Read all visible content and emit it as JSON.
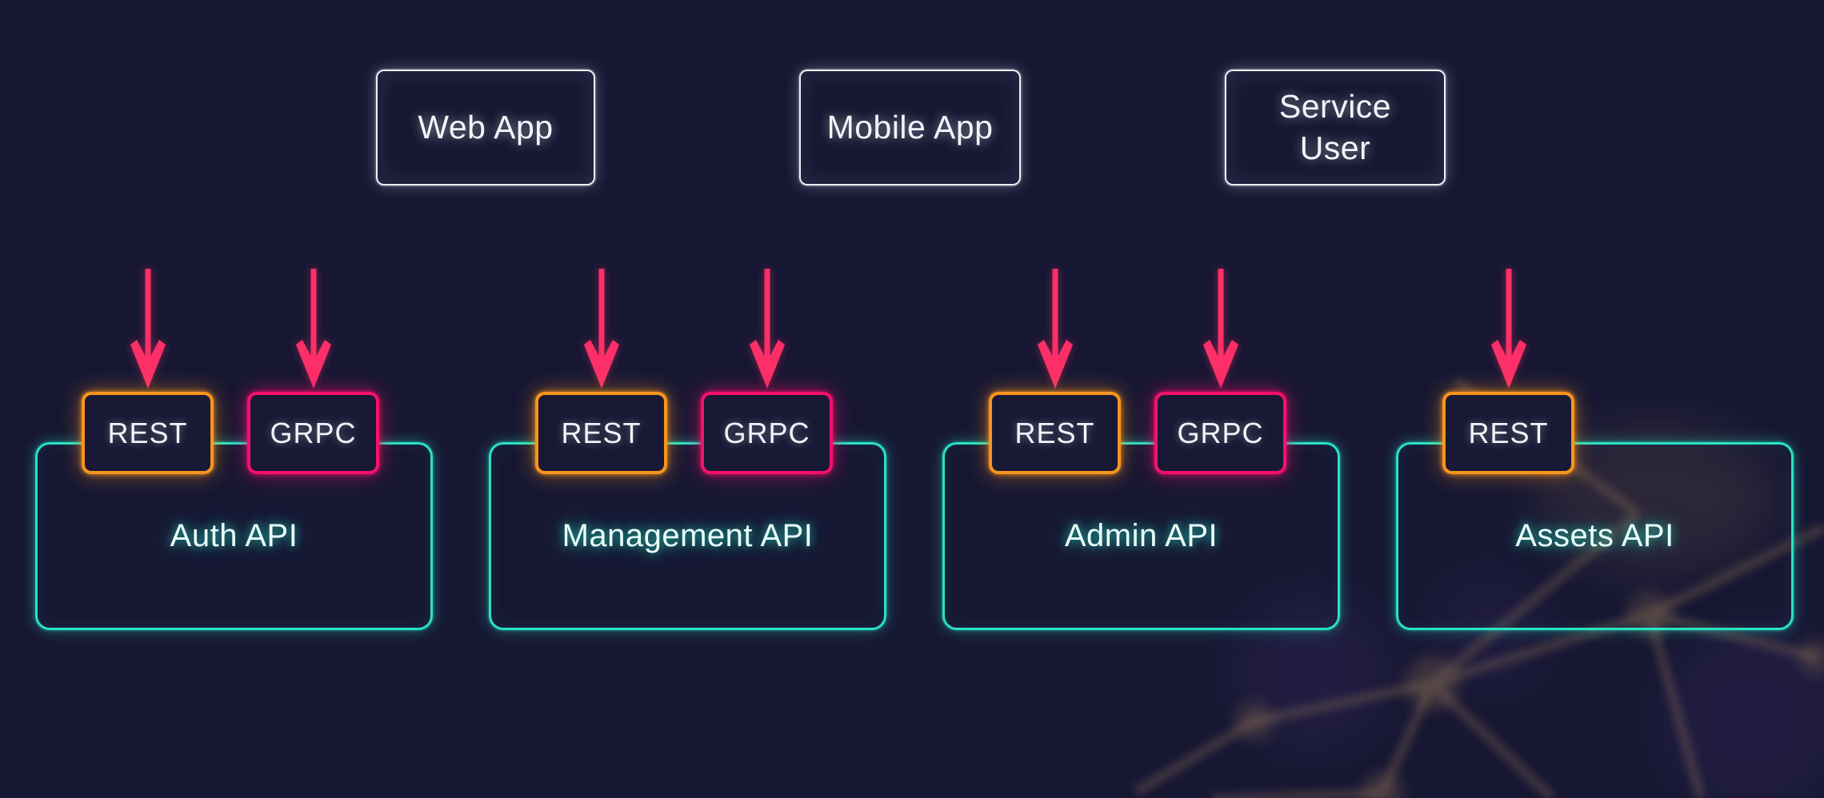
{
  "clients": [
    {
      "label": "Web App"
    },
    {
      "label": "Mobile App"
    },
    {
      "label": "Service User"
    }
  ],
  "apis": [
    {
      "name": "Auth API",
      "protocols": [
        {
          "label": "REST"
        },
        {
          "label": "GRPC"
        }
      ]
    },
    {
      "name": "Management API",
      "protocols": [
        {
          "label": "REST"
        },
        {
          "label": "GRPC"
        }
      ]
    },
    {
      "name": "Admin API",
      "protocols": [
        {
          "label": "REST"
        },
        {
          "label": "GRPC"
        }
      ]
    },
    {
      "name": "Assets API",
      "protocols": [
        {
          "label": "REST"
        }
      ]
    }
  ],
  "colors": {
    "background": "#171733",
    "api_border_teal": "#29e2c4",
    "rest_border_orange": "#f7941e",
    "grpc_border_pink": "#f5116b",
    "arrow_pink": "#fc2f68",
    "client_border_white": "#edeff5",
    "text_white": "#f3f4fa",
    "plexus_tan": "#96765a",
    "plexus_purple": "#7a57c2"
  },
  "icons": {
    "arrow": "down-arrow"
  }
}
